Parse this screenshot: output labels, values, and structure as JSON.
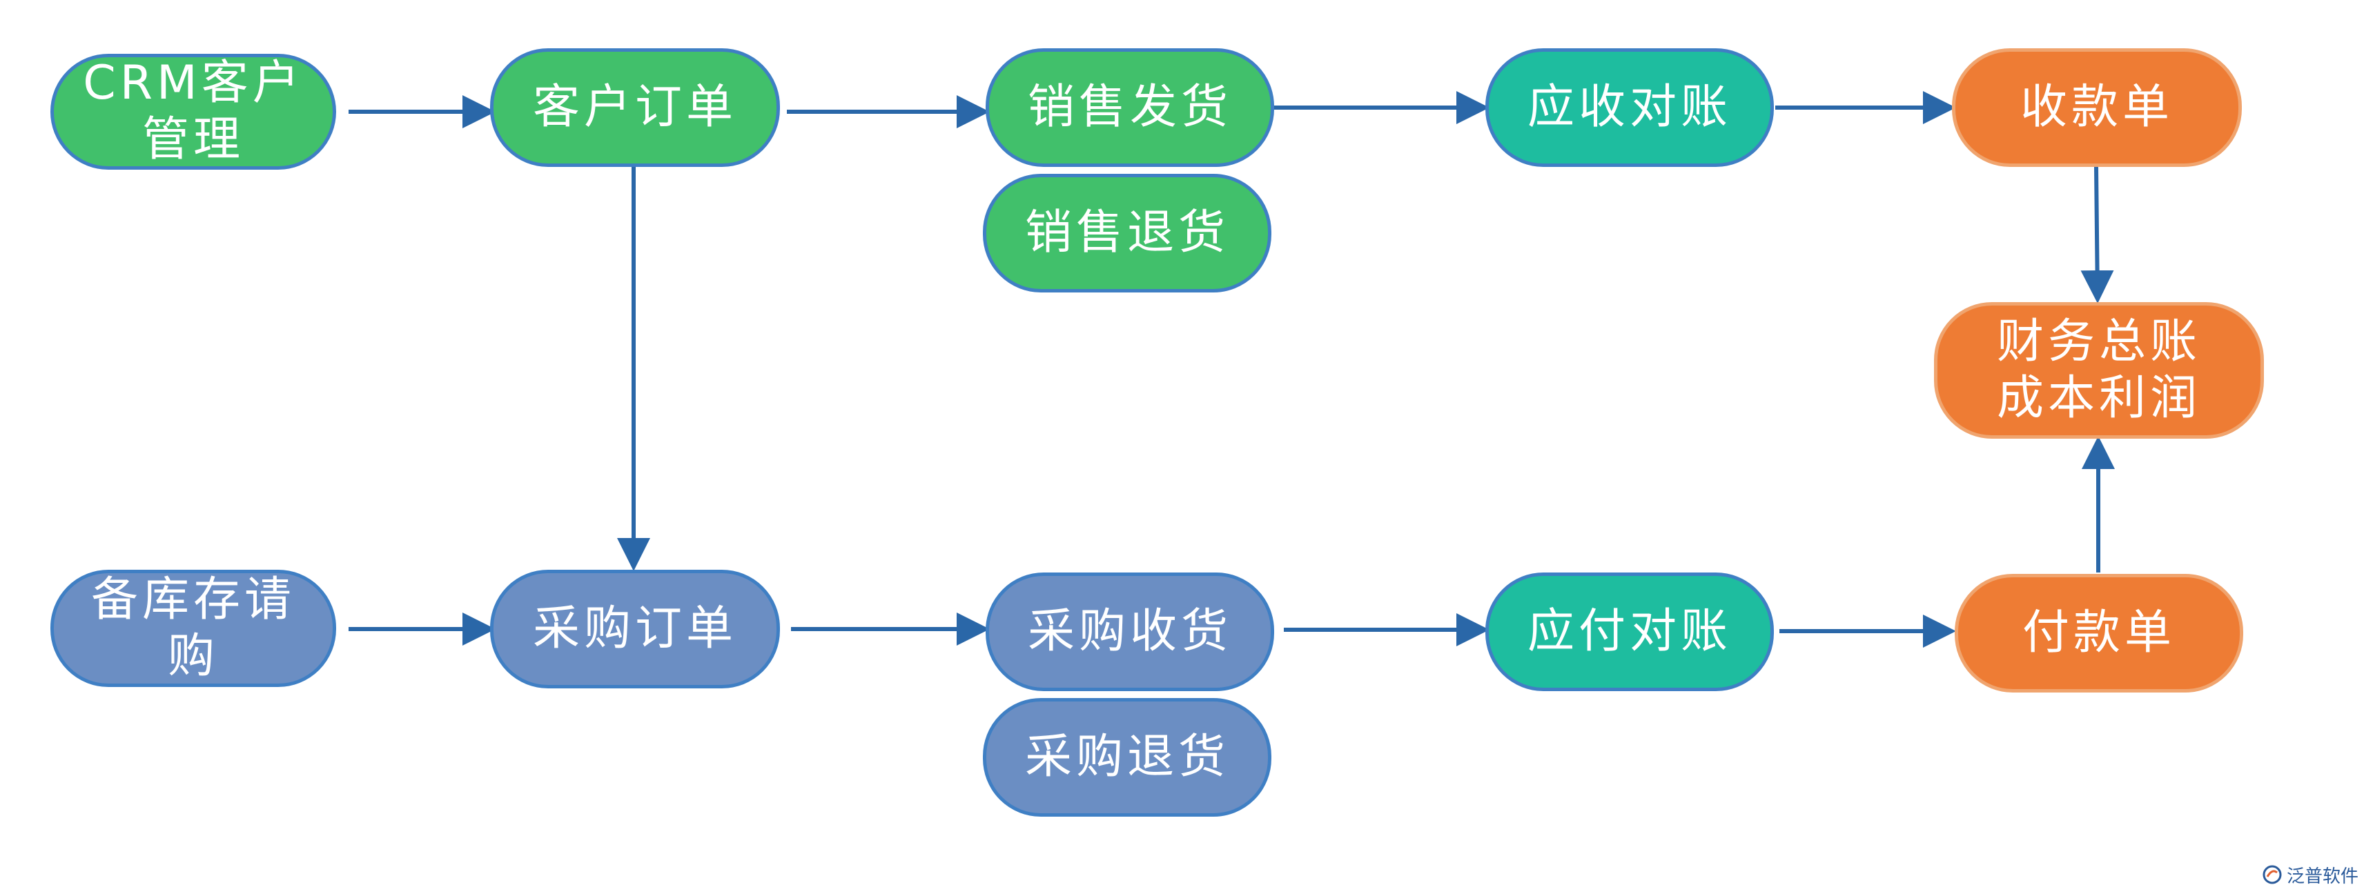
{
  "diagram": {
    "nodes": {
      "crm": {
        "label": "CRM客户\n管理",
        "color": "#41c06b"
      },
      "customer_order": {
        "label": "客户订单",
        "color": "#41c06b"
      },
      "sales_delivery": {
        "label": "销售发货",
        "color": "#41c06b"
      },
      "sales_return": {
        "label": "销售退货",
        "color": "#41c06b"
      },
      "receivable_recon": {
        "label": "应收对账",
        "color": "#1ebd9f"
      },
      "receipt": {
        "label": "收款单",
        "color": "#ee7c34"
      },
      "ledger": {
        "label": "财务总账\n成本利润",
        "color": "#ee7c34"
      },
      "stock_request": {
        "label": "备库存请\n购",
        "color": "#6b8ec3"
      },
      "purchase_order": {
        "label": "采购订单",
        "color": "#6b8ec3"
      },
      "purchase_receipt": {
        "label": "采购收货",
        "color": "#6b8ec3"
      },
      "purchase_return": {
        "label": "采购退货",
        "color": "#6b8ec3"
      },
      "payable_recon": {
        "label": "应付对账",
        "color": "#1ebd9f"
      },
      "payment": {
        "label": "付款单",
        "color": "#ee7c34"
      }
    },
    "edges": [
      [
        "crm",
        "customer_order"
      ],
      [
        "customer_order",
        "sales_delivery"
      ],
      [
        "sales_delivery",
        "receivable_recon"
      ],
      [
        "receivable_recon",
        "receipt"
      ],
      [
        "receipt",
        "ledger"
      ],
      [
        "customer_order",
        "purchase_order"
      ],
      [
        "stock_request",
        "purchase_order"
      ],
      [
        "purchase_order",
        "purchase_receipt"
      ],
      [
        "purchase_receipt",
        "payable_recon"
      ],
      [
        "payable_recon",
        "payment"
      ],
      [
        "payment",
        "ledger"
      ]
    ],
    "arrow_color": "#2a67a8"
  },
  "watermark": {
    "brand": "泛普软件"
  }
}
